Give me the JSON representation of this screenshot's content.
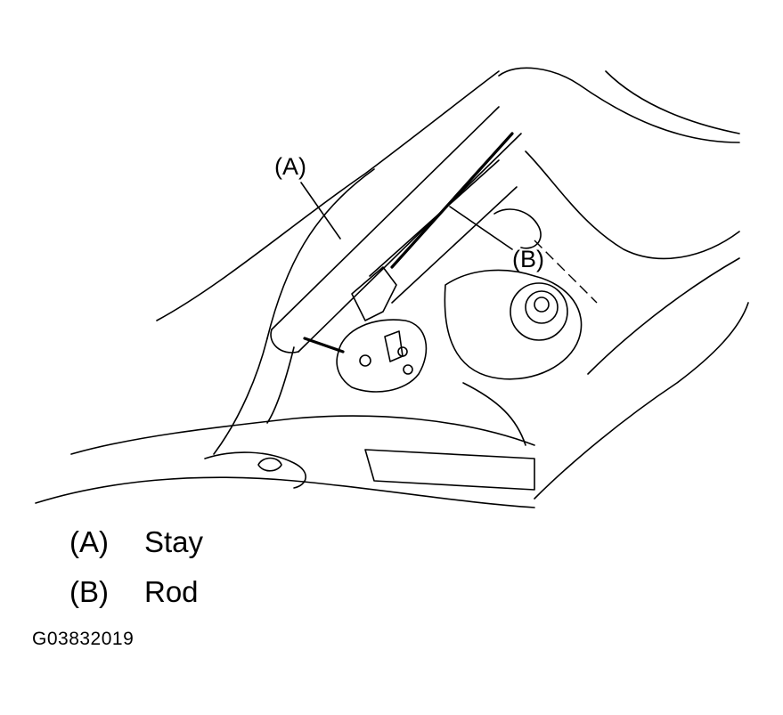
{
  "callouts": {
    "a": "(A)",
    "b": "(B)"
  },
  "legend": [
    {
      "key": "(A)",
      "label": "Stay"
    },
    {
      "key": "(B)",
      "label": "Rod"
    }
  ],
  "figure_code": "G03832019"
}
